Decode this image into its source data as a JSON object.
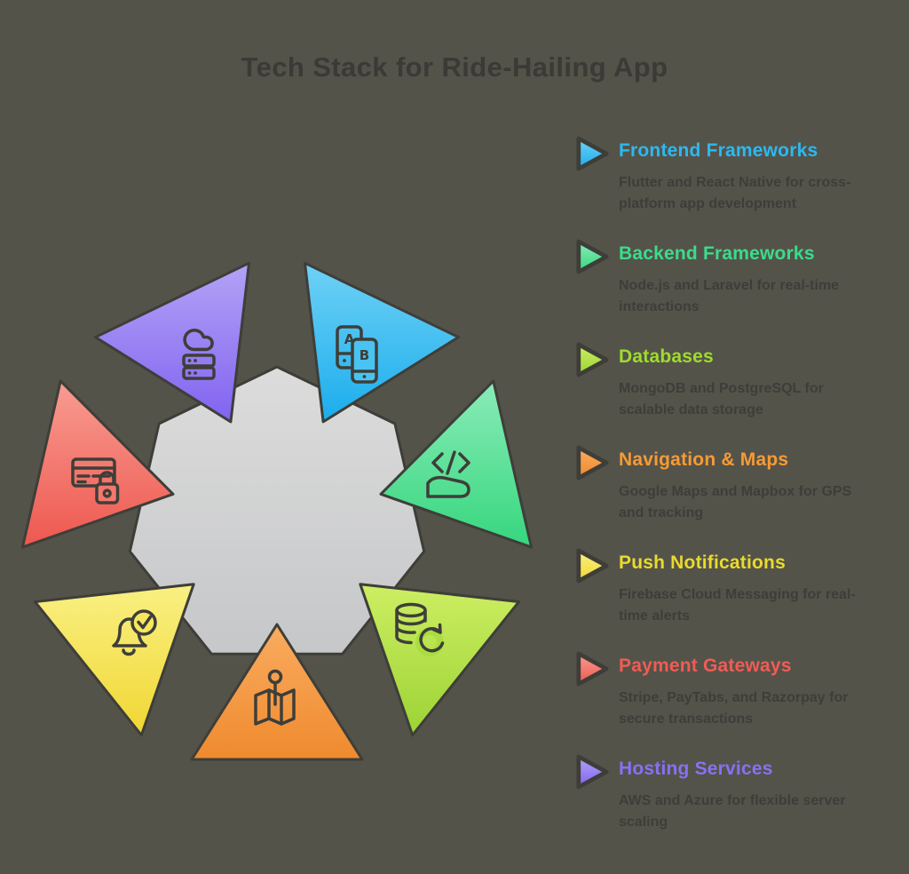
{
  "title": "Tech Stack for Ride-Hailing App",
  "colors": {
    "background": "#54534a",
    "heading_text": "#3a3a36",
    "body_text": "#3e3d39",
    "outline": "#3e3e39",
    "center_polygon_top": "#dcdcdc",
    "center_polygon_bottom": "#c6c7c9"
  },
  "diagram": {
    "center_shape": "heptagon",
    "icon_labels": {
      "phone_a": "A",
      "phone_b": "B"
    }
  },
  "legend": {
    "items": [
      {
        "id": "frontend",
        "title": "Frontend Frameworks",
        "title_color": "#2cb9f0",
        "gradient": [
          "#6fd1f6",
          "#1badec"
        ],
        "patch": "#49c3f2",
        "icon": "mobile-ab-icon",
        "desc_line1": "Flutter and React Native for cross-",
        "desc_line2": "platform app development"
      },
      {
        "id": "backend",
        "title": "Backend Frameworks",
        "title_color": "#3bdc8b",
        "gradient": [
          "#8aecb8",
          "#36d67e"
        ],
        "icon": "code-hand-icon",
        "desc_line1": "Node.js and Laravel for real-time",
        "desc_line2": "interactions"
      },
      {
        "id": "databases",
        "title": "Databases",
        "title_color": "#9fdb2d",
        "gradient": [
          "#cdee62",
          "#9cd335"
        ],
        "patch": "#aadd3f",
        "icon": "database-sync-icon",
        "desc_line1": "MongoDB and PostgreSQL for",
        "desc_line2": "scalable data storage"
      },
      {
        "id": "navigation",
        "title": "Navigation & Maps",
        "title_color": "#f79a35",
        "gradient": [
          "#f9ac60",
          "#ef8a2e"
        ],
        "icon": "map-pin-icon",
        "desc_line1": "Google Maps and Mapbox for GPS",
        "desc_line2": "and tracking"
      },
      {
        "id": "push",
        "title": "Push Notifications",
        "title_color": "#e9da2e",
        "gradient": [
          "#f9f083",
          "#f1d733"
        ],
        "patch": "#f6e75f",
        "icon": "bell-check-icon",
        "desc_line1": "Firebase Cloud Messaging for real-",
        "desc_line2": "time alerts"
      },
      {
        "id": "payment",
        "title": "Payment Gateways",
        "title_color": "#f05c55",
        "gradient": [
          "#f89c92",
          "#ee584f"
        ],
        "patch": "#f4776e",
        "icon": "card-lock-icon",
        "desc_line1": "Stripe, PayTabs, and Razorpay for",
        "desc_line2": "secure transactions"
      },
      {
        "id": "hosting",
        "title": "Hosting Services",
        "title_color": "#8871f2",
        "gradient": [
          "#b3a3f6",
          "#8163f0"
        ],
        "icon": "cloud-server-icon",
        "desc_line1": "AWS and Azure for flexible server",
        "desc_line2": "scaling"
      }
    ]
  }
}
